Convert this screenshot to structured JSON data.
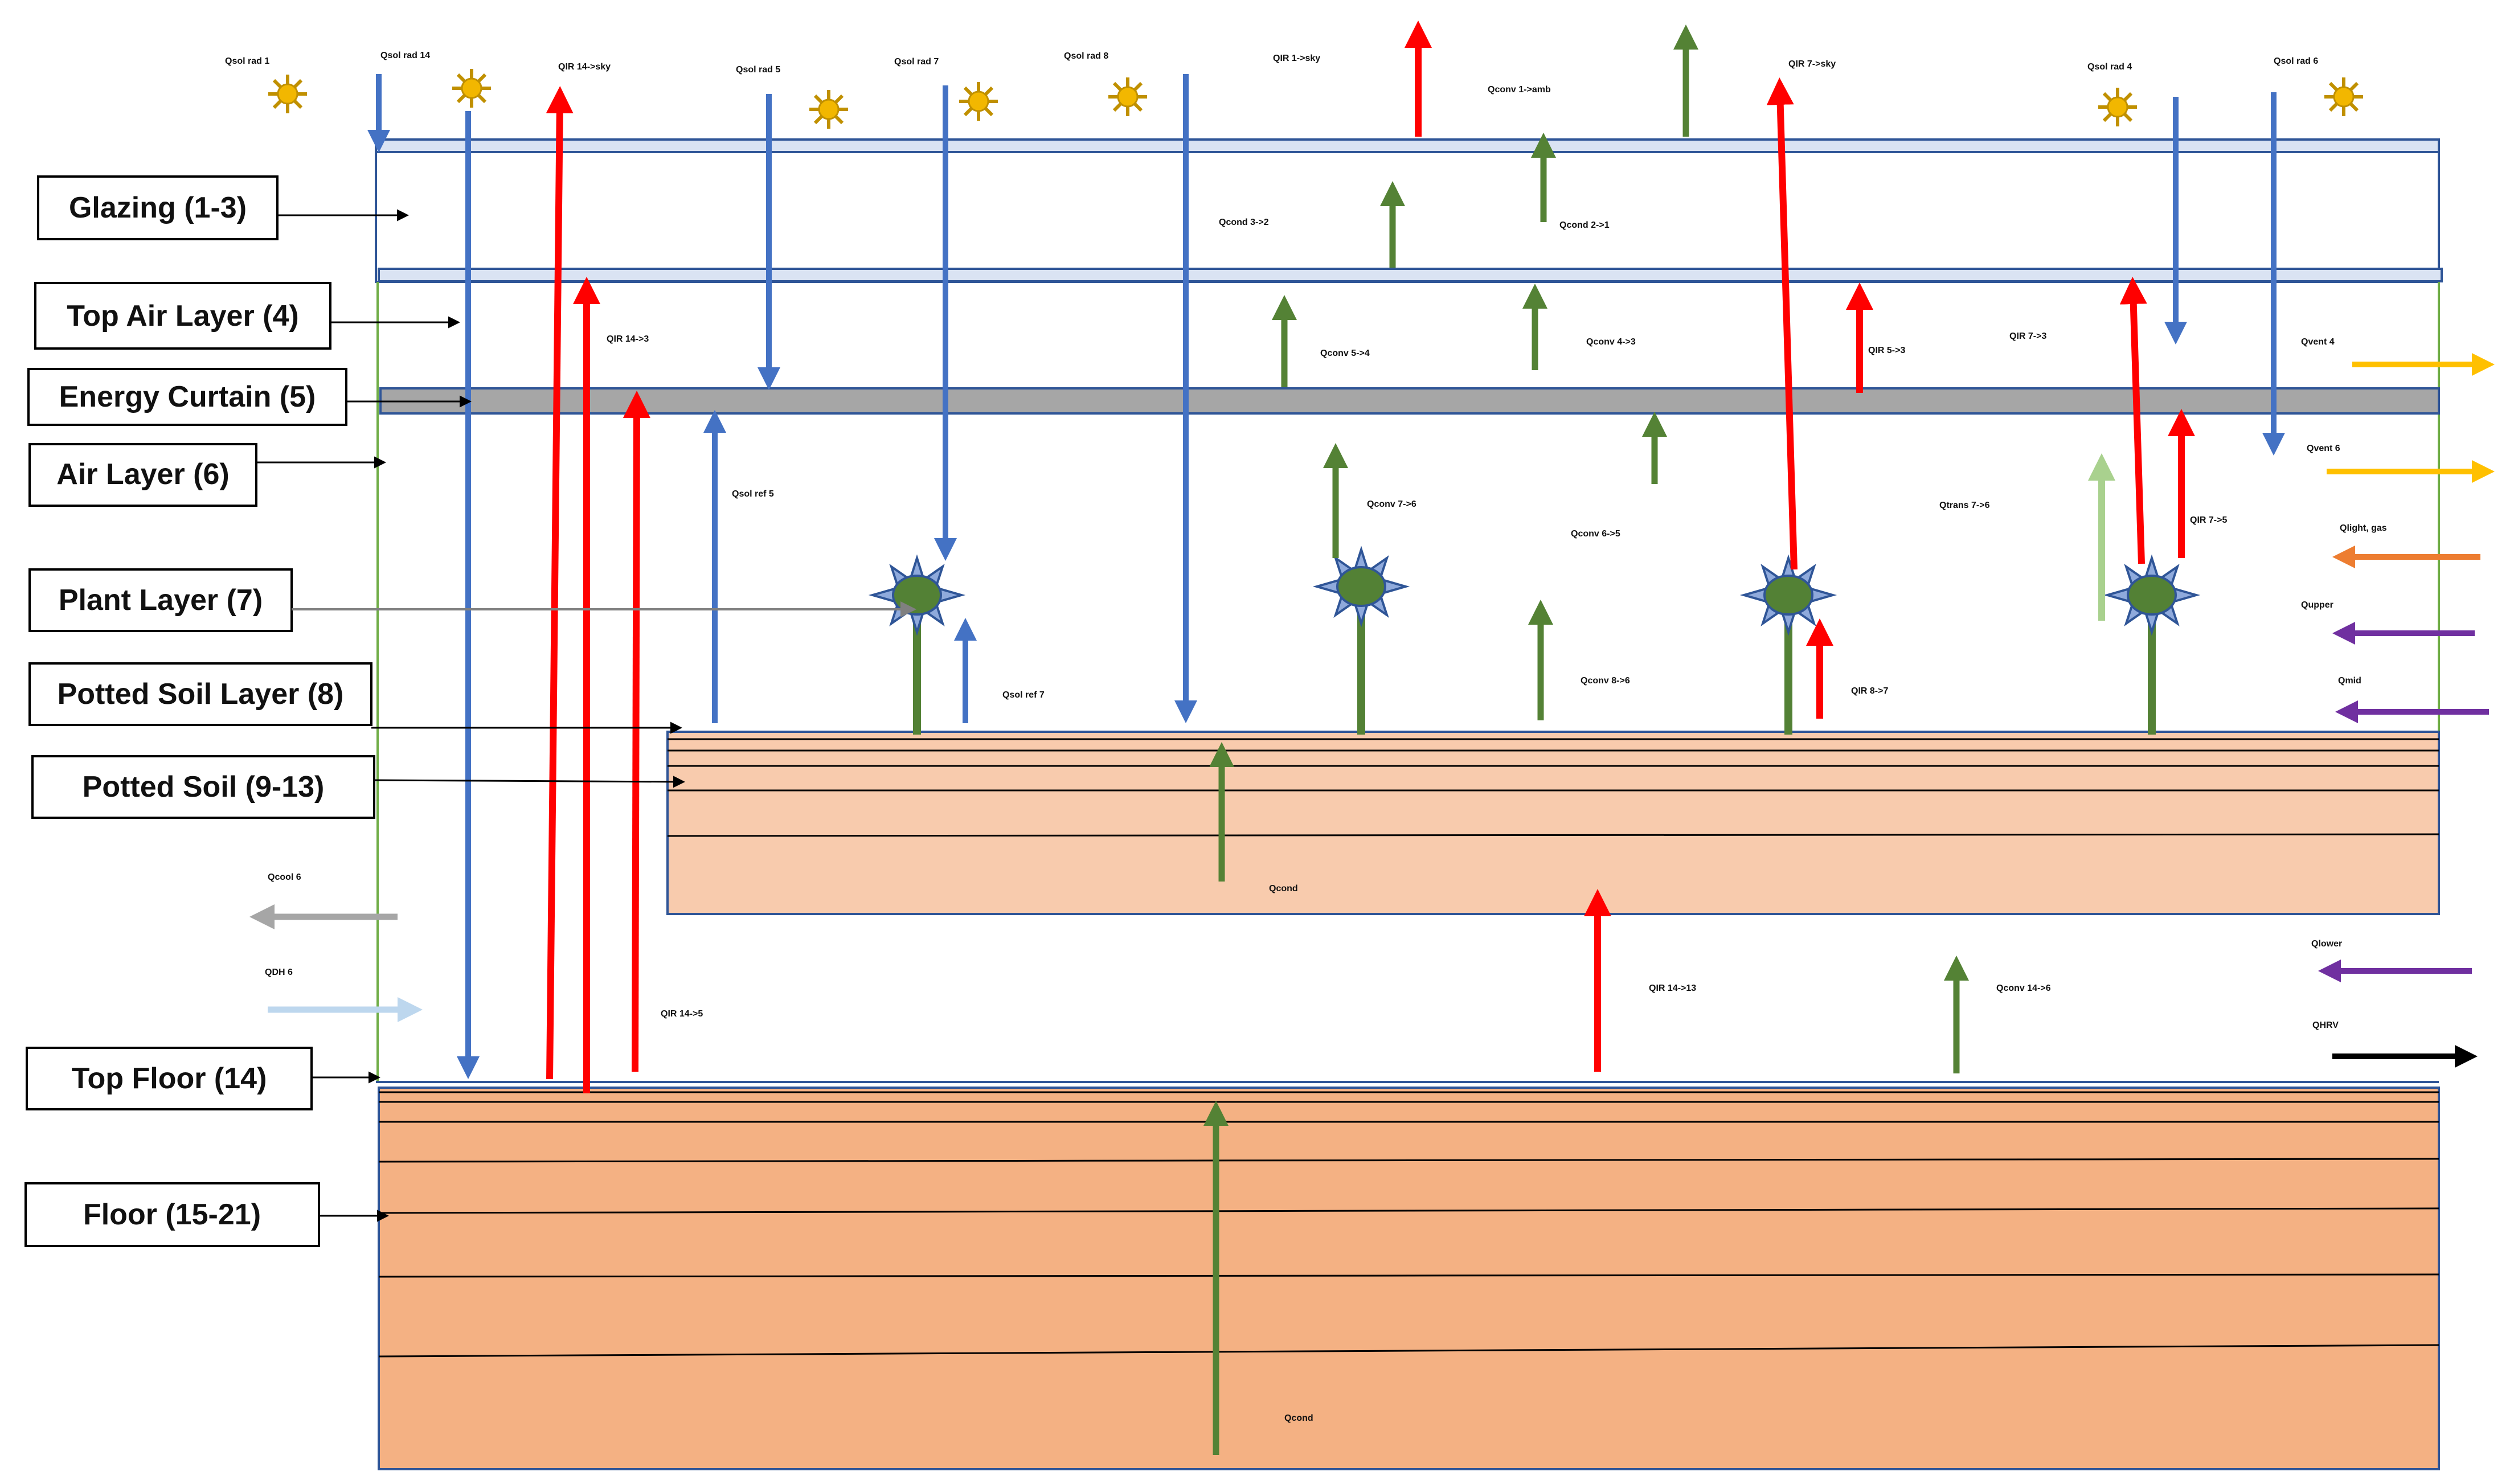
{
  "colors": {
    "heat_ir": "#ff0000",
    "solar": "#4472c4",
    "convection": "#548235",
    "transpiration": "#a9d18e",
    "ventilation": "#ffc000",
    "lighting_gas": "#ed7d31",
    "pipe_heating": "#7030a0",
    "cooling": "#a6a6a6",
    "dehumidification": "#bdd7ee",
    "heat_recovery": "#000000",
    "soil_fill": "#f8cbad",
    "floor_fill": "#f4b183",
    "curtain_fill": "#a6a6a6",
    "sun": "#f2b700",
    "plant": "#538135",
    "plant_rays": "#2f5597"
  },
  "layers": [
    {
      "key": "glazing",
      "label": "Glazing (1-3)"
    },
    {
      "key": "top_air",
      "label": "Top Air Layer (4)"
    },
    {
      "key": "curtain",
      "label": "Energy Curtain (5)"
    },
    {
      "key": "air",
      "label": "Air Layer (6)"
    },
    {
      "key": "plant",
      "label": "Plant Layer (7)"
    },
    {
      "key": "potted_soil_layer",
      "label": "Potted Soil Layer (8)"
    },
    {
      "key": "potted_soil",
      "label": "Potted Soil (9-13)"
    },
    {
      "key": "top_floor",
      "label": "Top Floor (14)"
    },
    {
      "key": "floor",
      "label": "Floor (15-21)"
    }
  ],
  "fluxes": [
    {
      "key": "sol_rad_1",
      "sub": "sol rad 1"
    },
    {
      "key": "sol_rad_14",
      "sub": "sol rad 14"
    },
    {
      "key": "ir_14_sky",
      "sub": "IR 14->sky"
    },
    {
      "key": "sol_rad_5",
      "sub": "sol rad 5"
    },
    {
      "key": "sol_rad_7",
      "sub": "sol rad 7"
    },
    {
      "key": "sol_rad_8",
      "sub": "sol rad 8"
    },
    {
      "key": "ir_1_sky",
      "sub": "IR 1->sky"
    },
    {
      "key": "conv_1_amb",
      "sub": "conv 1->amb"
    },
    {
      "key": "ir_7_sky",
      "sub": "IR 7->sky"
    },
    {
      "key": "sol_rad_4",
      "sub": "sol rad 4"
    },
    {
      "key": "sol_rad_6",
      "sub": "sol rad 6"
    },
    {
      "key": "cond_3_2",
      "sub": "cond 3->2"
    },
    {
      "key": "cond_2_1",
      "sub": "cond 2->1"
    },
    {
      "key": "ir_14_3",
      "sub": "IR 14->3"
    },
    {
      "key": "conv_5_4",
      "sub": "conv 5->4"
    },
    {
      "key": "conv_4_3",
      "sub": "conv 4->3"
    },
    {
      "key": "ir_5_3",
      "sub": "IR 5->3"
    },
    {
      "key": "ir_7_3",
      "sub": "IR 7->3"
    },
    {
      "key": "vent_4",
      "sub": "vent 4"
    },
    {
      "key": "vent_6",
      "sub": "vent 6"
    },
    {
      "key": "sol_ref_5",
      "sub": "sol ref 5"
    },
    {
      "key": "conv_7_6",
      "sub": "conv 7->6"
    },
    {
      "key": "conv_6_5",
      "sub": "conv 6->5"
    },
    {
      "key": "trans_7_6",
      "sub": "trans 7->6"
    },
    {
      "key": "ir_7_5",
      "sub": "IR 7->5"
    },
    {
      "key": "light_gas",
      "sub": "light, gas"
    },
    {
      "key": "upper",
      "sub": "upper"
    },
    {
      "key": "mid",
      "sub": "mid"
    },
    {
      "key": "sol_ref_7",
      "sub": "sol ref 7"
    },
    {
      "key": "conv_8_6",
      "sub": "conv 8->6"
    },
    {
      "key": "ir_8_7",
      "sub": "IR 8->7"
    },
    {
      "key": "cond_soil",
      "sub": "cond"
    },
    {
      "key": "cool_6",
      "sub": "cool 6"
    },
    {
      "key": "dh_6",
      "sub": "DH 6"
    },
    {
      "key": "ir_14_5",
      "sub": "IR 14->5"
    },
    {
      "key": "ir_14_13",
      "sub": "IR 14->13"
    },
    {
      "key": "conv_14_6",
      "sub": "conv 14->6"
    },
    {
      "key": "lower",
      "sub": "lower"
    },
    {
      "key": "hrv",
      "sub": "HRV"
    },
    {
      "key": "cond_floor",
      "sub": "cond"
    }
  ],
  "q_symbol": "Q"
}
